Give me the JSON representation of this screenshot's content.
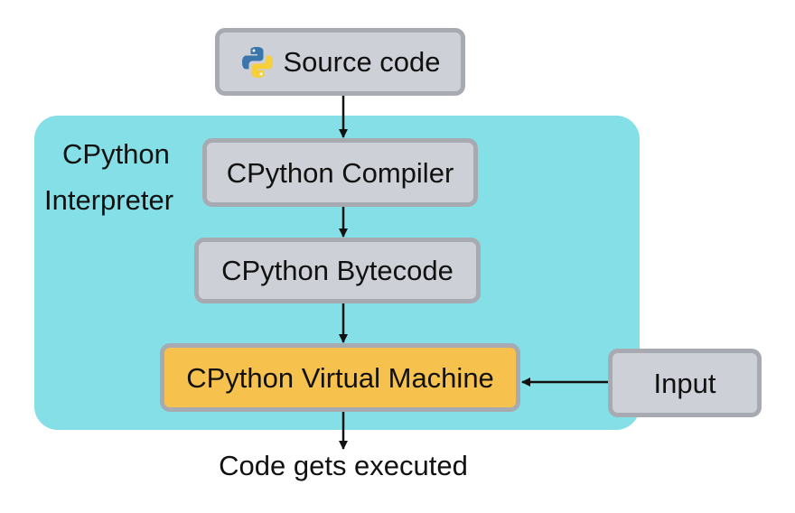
{
  "colors": {
    "interpreter_region": "#84dfe6",
    "box_fill": "#cdd0d6",
    "box_border": "#a7abb1",
    "vm_fill": "#f6c24d",
    "arrow": "#111111"
  },
  "interpreter": {
    "label_line1": "CPython",
    "label_line2": "Interpreter"
  },
  "nodes": {
    "source": {
      "label": "Source code",
      "icon": "python-logo-icon"
    },
    "compiler": {
      "label": "CPython Compiler"
    },
    "bytecode": {
      "label": "CPython Bytecode"
    },
    "vm": {
      "label": "CPython Virtual Machine"
    },
    "input": {
      "label": "Input"
    }
  },
  "output_label": "Code gets executed",
  "edges": [
    {
      "from": "source",
      "to": "compiler"
    },
    {
      "from": "compiler",
      "to": "bytecode"
    },
    {
      "from": "bytecode",
      "to": "vm"
    },
    {
      "from": "input",
      "to": "vm"
    },
    {
      "from": "vm",
      "to": "output"
    }
  ]
}
